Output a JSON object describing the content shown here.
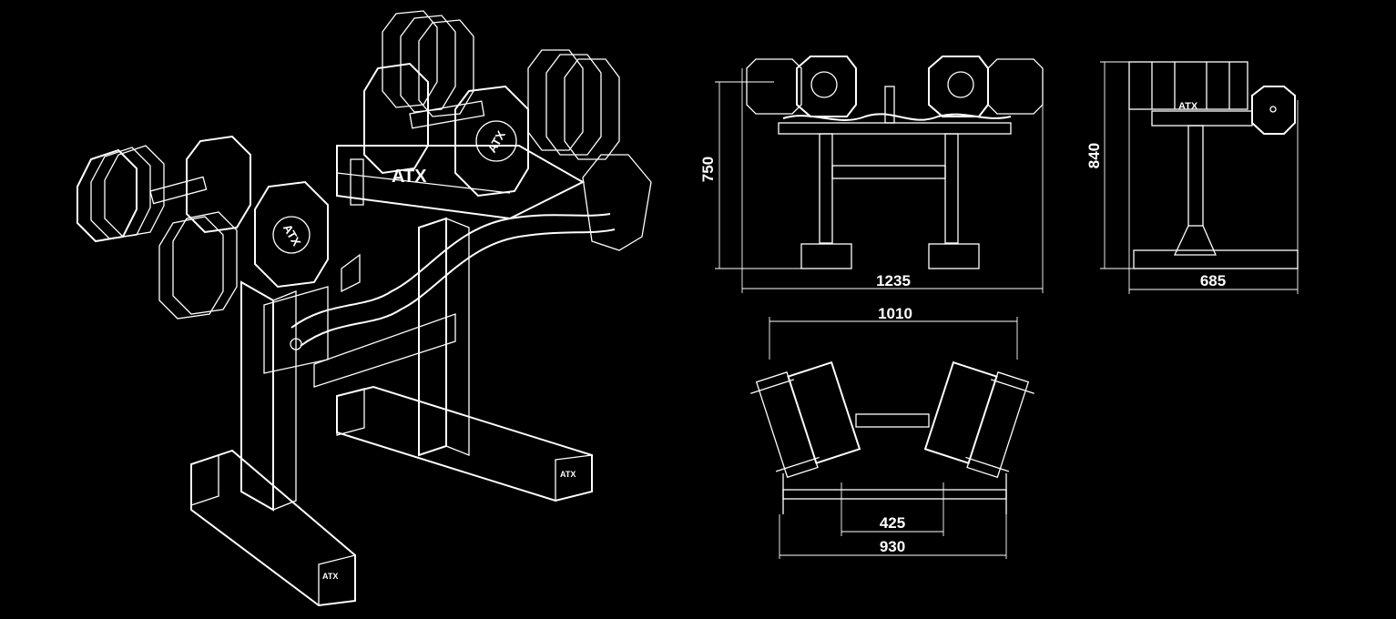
{
  "drawing": {
    "brand_logo": "ATX",
    "front_view": {
      "height_dim": "750",
      "width_dim": "1235"
    },
    "side_view": {
      "height_dim": "840",
      "depth_dim": "685"
    },
    "top_view": {
      "outer_width_dim": "1010",
      "inner_dim": "425",
      "base_width_dim": "930"
    },
    "colors": {
      "background": "#000000",
      "line": "#ffffff"
    }
  }
}
